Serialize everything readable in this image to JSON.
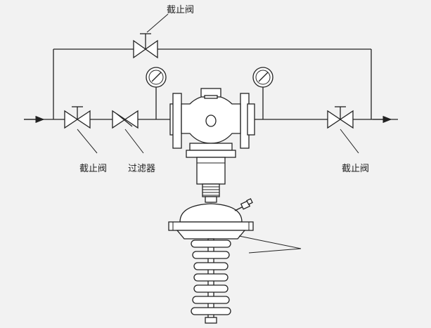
{
  "labels": {
    "top_valve": "截止阀",
    "left_valve": "截止阀",
    "filter": "过滤器",
    "right_valve": "截止阀"
  },
  "colors": {
    "background": "#f2f2f2",
    "line": "#222222"
  },
  "icons": [
    "flow-arrow-icon",
    "gate-valve-icon",
    "filter-icon",
    "pressure-gauge-icon",
    "pressure-reducing-valve-icon"
  ]
}
